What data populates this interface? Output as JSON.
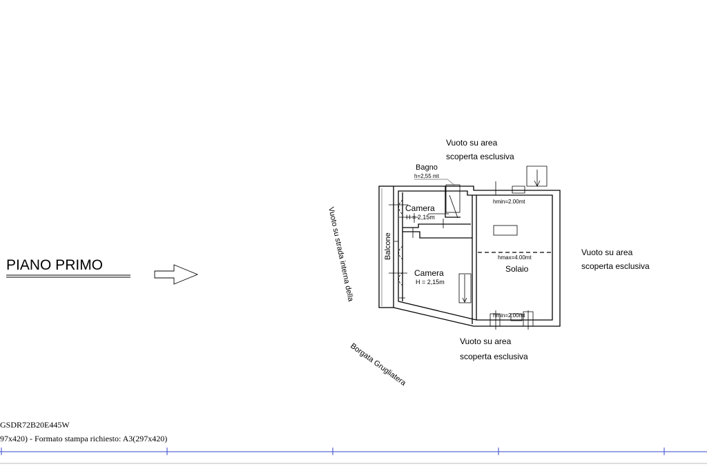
{
  "title": "PIANO PRIMO",
  "rooms": {
    "bagno": "Bagno",
    "bagno_height": "h=2,55 mt",
    "camera_top": "Camera",
    "camera_top_height": "H = 2,15m",
    "camera_bottom": "Camera",
    "camera_bottom_height": "H = 2,15m",
    "balcone": "Balcone",
    "solaio": "Solaio",
    "hmin_top": "hmin=2.00mt",
    "hmax": "hmax=4.00mt",
    "hmin_bottom": "hmin=2.00mt"
  },
  "labels": {
    "vuoto_top_1": "Vuoto su area",
    "vuoto_top_2": "scoperta esclusiva",
    "vuoto_right_1": "Vuoto su area",
    "vuoto_right_2": "scoperta esclusiva",
    "vuoto_bottom_1": "Vuoto su area",
    "vuoto_bottom_2": "scoperta esclusiva",
    "vuoto_strada": "Vuoto su strada interna della",
    "borgata": "Borgata Grugliatera"
  },
  "footer": {
    "line1": "GSDR72B20E445W",
    "line2": "97x420)  - Formato stampa richiesto: A3(297x420)"
  }
}
